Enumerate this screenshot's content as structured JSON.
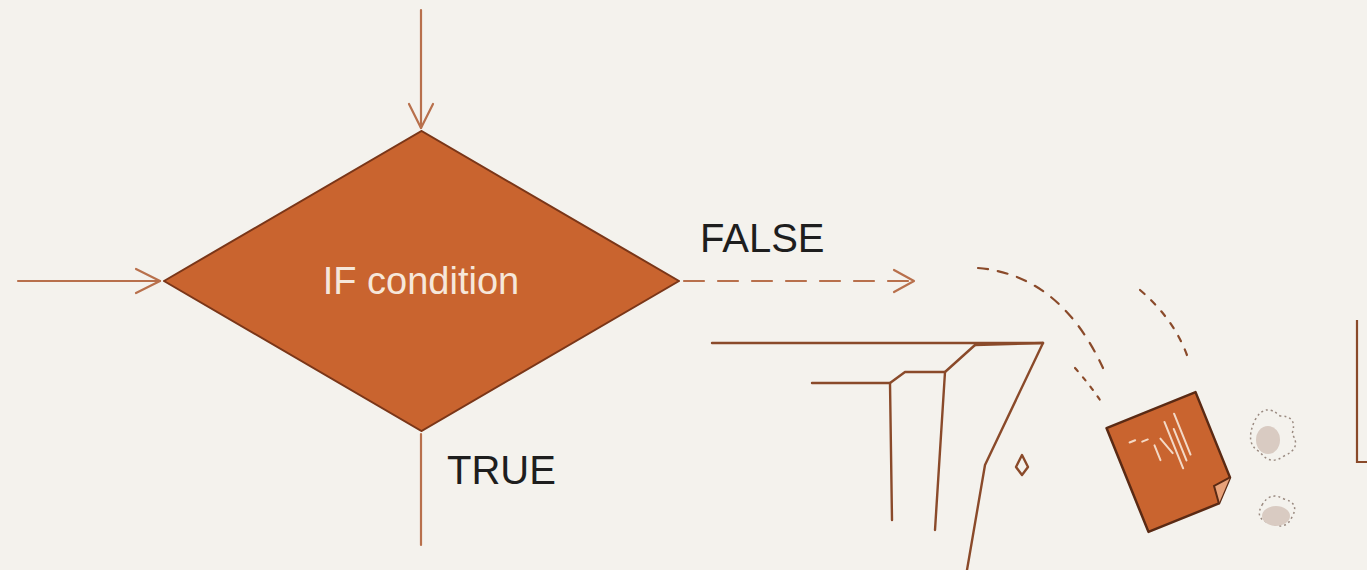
{
  "diagram": {
    "nodes": [
      {
        "text": [
          "IF condition"
        ]
      }
    ],
    "labels": [
      "FALSE",
      "TRUE"
    ]
  }
}
